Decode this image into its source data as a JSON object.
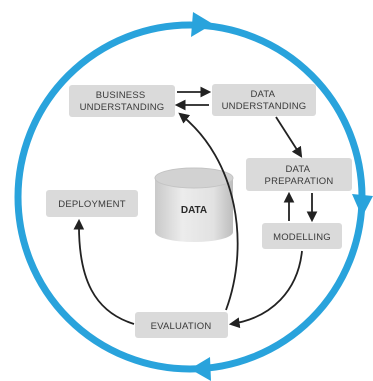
{
  "nodes": {
    "business_understanding": {
      "lines": [
        "BUSINESS",
        "UNDERSTANDING"
      ]
    },
    "data_understanding": {
      "lines": [
        "DATA",
        "UNDERSTANDING"
      ]
    },
    "data_preparation": {
      "lines": [
        "DATA",
        "PREPARATION"
      ]
    },
    "modelling": {
      "lines": [
        "MODELLING"
      ]
    },
    "evaluation": {
      "lines": [
        "EVALUATION"
      ]
    },
    "deployment": {
      "lines": [
        "DEPLOYMENT"
      ]
    }
  },
  "center": {
    "label": "DATA"
  },
  "colors": {
    "cycle": "#29a3dc",
    "node_fill": "#dadada",
    "arrow": "#222222",
    "cylinder_body": "#e6e6e6",
    "cylinder_top": "#d2d2d2",
    "cylinder_shade": "#c4c4c4"
  }
}
